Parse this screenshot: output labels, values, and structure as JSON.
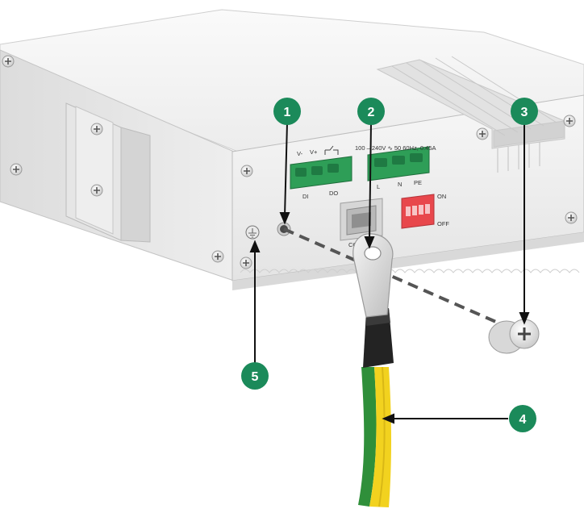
{
  "callouts": [
    "1",
    "2",
    "3",
    "4",
    "5"
  ],
  "panel_labels": {
    "v_minus": "V-",
    "v_plus": "V+",
    "di": "DI",
    "do": "DO",
    "power_rating": "100 – 240V ∿ 50 60Hz, 0.45A",
    "l": "L",
    "n": "N",
    "pe": "PE",
    "console": "CONSOLE",
    "on": "ON",
    "off": "OFF"
  },
  "colors": {
    "callout": "#1b8a5a",
    "terminal_block": "#2e9e57",
    "dip_switch": "#e8474c",
    "cable_green": "#2f8f3a",
    "cable_yellow": "#f2d21f"
  }
}
